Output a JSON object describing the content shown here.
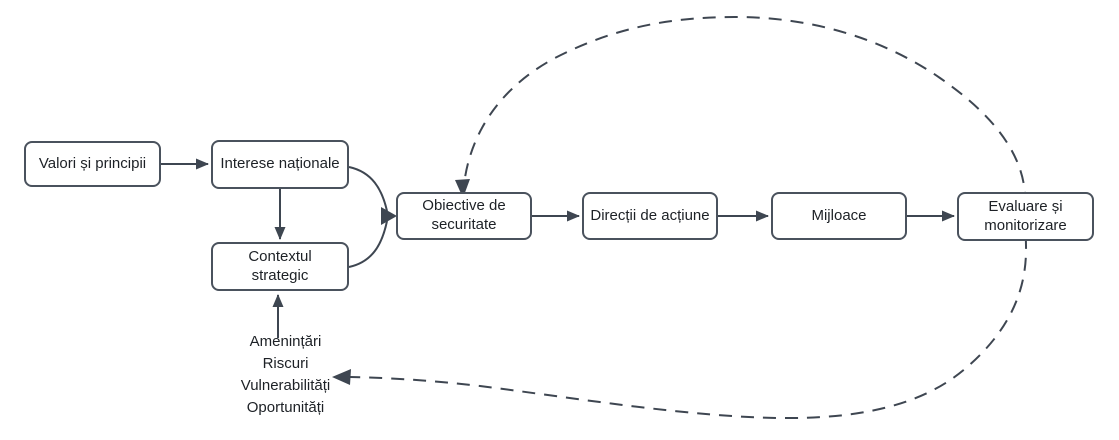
{
  "diagram": {
    "title": "Security strategy process flowchart",
    "language": "ro",
    "colors": {
      "background": "#ffffff",
      "stroke": "#3e4651",
      "box_border": "#4a525d",
      "text": "#1d2126"
    },
    "nodes": [
      {
        "id": "valori",
        "label": "Valori și principii"
      },
      {
        "id": "interese",
        "label": "Interese naționale"
      },
      {
        "id": "contextul",
        "label": "Contextul strategic"
      },
      {
        "id": "obiective",
        "label": "Obiective de securitate"
      },
      {
        "id": "directii",
        "label": "Direcții de acțiune"
      },
      {
        "id": "mijloace",
        "label": "Mijloace"
      },
      {
        "id": "evaluare",
        "label": "Evaluare și monitorizare"
      }
    ],
    "threats_label": {
      "lines": [
        "Amenințări",
        "Riscuri",
        "Vulnerabilități",
        "Oportunități"
      ]
    },
    "edges": [
      {
        "from": "valori",
        "to": "interese",
        "style": "solid"
      },
      {
        "from": "interese",
        "to": "contextul",
        "style": "solid"
      },
      {
        "from": "interese",
        "to": "obiective",
        "style": "solid",
        "shape": "curved-merge"
      },
      {
        "from": "contextul",
        "to": "obiective",
        "style": "solid",
        "shape": "curved-merge"
      },
      {
        "from": "threats-text",
        "to": "contextul",
        "style": "solid"
      },
      {
        "from": "obiective",
        "to": "directii",
        "style": "solid"
      },
      {
        "from": "directii",
        "to": "mijloace",
        "style": "solid"
      },
      {
        "from": "mijloace",
        "to": "evaluare",
        "style": "solid"
      },
      {
        "from": "evaluare",
        "to": "obiective",
        "style": "dashed",
        "shape": "feedback-loop-top"
      },
      {
        "from": "evaluare",
        "to": "threats-text",
        "style": "dashed",
        "shape": "feedback-loop-bottom"
      }
    ]
  }
}
